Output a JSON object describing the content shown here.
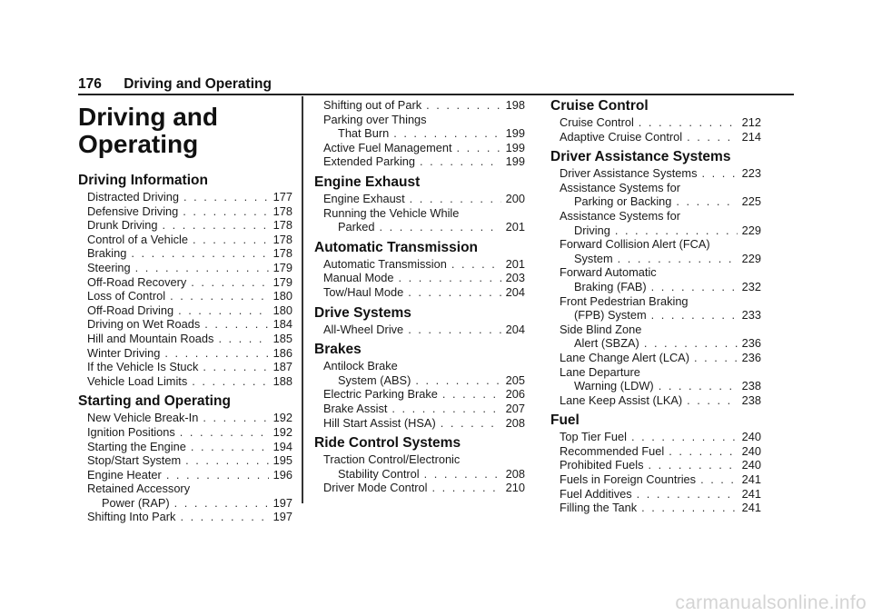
{
  "header": {
    "page_number": "176",
    "title": "Driving and Operating"
  },
  "chapter_title_line1": "Driving and",
  "chapter_title_line2": "Operating",
  "col1": {
    "sections": [
      {
        "title": "Driving Information",
        "entries": [
          {
            "text": "Distracted Driving",
            "page": "177"
          },
          {
            "text": "Defensive Driving",
            "page": "178"
          },
          {
            "text": "Drunk Driving",
            "page": "178"
          },
          {
            "text": "Control of a Vehicle",
            "page": "178"
          },
          {
            "text": "Braking",
            "page": "178"
          },
          {
            "text": "Steering",
            "page": "179"
          },
          {
            "text": "Off-Road Recovery",
            "page": "179"
          },
          {
            "text": "Loss of Control",
            "page": "180"
          },
          {
            "text": "Off-Road Driving",
            "page": "180"
          },
          {
            "text": "Driving on Wet Roads",
            "page": "184"
          },
          {
            "text": "Hill and Mountain Roads",
            "page": "185"
          },
          {
            "text": "Winter Driving",
            "page": "186"
          },
          {
            "text": "If the Vehicle Is Stuck",
            "page": "187"
          },
          {
            "text": "Vehicle Load Limits",
            "page": "188"
          }
        ]
      },
      {
        "title": "Starting and Operating",
        "entries": [
          {
            "text": "New Vehicle Break-In",
            "page": "192"
          },
          {
            "text": "Ignition Positions",
            "page": "192"
          },
          {
            "text": "Starting the Engine",
            "page": "194"
          },
          {
            "text": "Stop/Start System",
            "page": "195"
          },
          {
            "text": "Engine Heater",
            "page": "196"
          },
          {
            "line1": "Retained Accessory",
            "line2": "Power (RAP)",
            "page": "197"
          },
          {
            "text": "Shifting Into Park",
            "page": "197"
          }
        ]
      }
    ]
  },
  "col2": {
    "continued": [
      {
        "text": "Shifting out of Park",
        "page": "198"
      },
      {
        "line1": "Parking over Things",
        "line2": "That Burn",
        "page": "199"
      },
      {
        "text": "Active Fuel Management",
        "page": "199"
      },
      {
        "text": "Extended Parking",
        "page": "199"
      }
    ],
    "sections": [
      {
        "title": "Engine Exhaust",
        "entries": [
          {
            "text": "Engine Exhaust",
            "page": "200"
          },
          {
            "line1": "Running the Vehicle While",
            "line2": "Parked",
            "page": "201"
          }
        ]
      },
      {
        "title": "Automatic Transmission",
        "entries": [
          {
            "text": "Automatic Transmission",
            "page": "201"
          },
          {
            "text": "Manual Mode",
            "page": "203"
          },
          {
            "text": "Tow/Haul Mode",
            "page": "204"
          }
        ]
      },
      {
        "title": "Drive Systems",
        "entries": [
          {
            "text": "All-Wheel Drive",
            "page": "204"
          }
        ]
      },
      {
        "title": "Brakes",
        "entries": [
          {
            "line1": "Antilock Brake",
            "line2": "System (ABS)",
            "page": "205"
          },
          {
            "text": "Electric Parking Brake",
            "page": "206"
          },
          {
            "text": "Brake Assist",
            "page": "207"
          },
          {
            "text": "Hill Start Assist (HSA)",
            "page": "208"
          }
        ]
      },
      {
        "title": "Ride Control Systems",
        "entries": [
          {
            "line1": "Traction Control/Electronic",
            "line2": "Stability Control",
            "page": "208"
          },
          {
            "text": "Driver Mode Control",
            "page": "210"
          }
        ]
      }
    ]
  },
  "col3": {
    "sections": [
      {
        "title": "Cruise Control",
        "entries": [
          {
            "text": "Cruise Control",
            "page": "212"
          },
          {
            "text": "Adaptive Cruise Control",
            "page": "214"
          }
        ]
      },
      {
        "title": "Driver Assistance Systems",
        "entries": [
          {
            "text": "Driver Assistance Systems",
            "page": "223"
          },
          {
            "line1": "Assistance Systems for",
            "line2": "Parking or Backing",
            "page": "225"
          },
          {
            "line1": "Assistance Systems for",
            "line2": "Driving",
            "page": "229"
          },
          {
            "line1": "Forward Collision Alert (FCA)",
            "line2": "System",
            "page": "229"
          },
          {
            "line1": "Forward Automatic",
            "line2": "Braking (FAB)",
            "page": "232"
          },
          {
            "line1": "Front Pedestrian Braking",
            "line2": "(FPB) System",
            "page": "233"
          },
          {
            "line1": "Side Blind Zone",
            "line2": "Alert (SBZA)",
            "page": "236"
          },
          {
            "text": "Lane Change Alert (LCA)",
            "page": "236"
          },
          {
            "line1": "Lane Departure",
            "line2": "Warning (LDW)",
            "page": "238"
          },
          {
            "text": "Lane Keep Assist (LKA)",
            "page": "238"
          }
        ]
      },
      {
        "title": "Fuel",
        "entries": [
          {
            "text": "Top Tier Fuel",
            "page": "240"
          },
          {
            "text": "Recommended Fuel",
            "page": "240"
          },
          {
            "text": "Prohibited Fuels",
            "page": "240"
          },
          {
            "text": "Fuels in Foreign Countries",
            "page": "241"
          },
          {
            "text": "Fuel Additives",
            "page": "241"
          },
          {
            "text": "Filling the Tank",
            "page": "241"
          }
        ]
      }
    ]
  },
  "watermark": "carmanualsonline.info"
}
